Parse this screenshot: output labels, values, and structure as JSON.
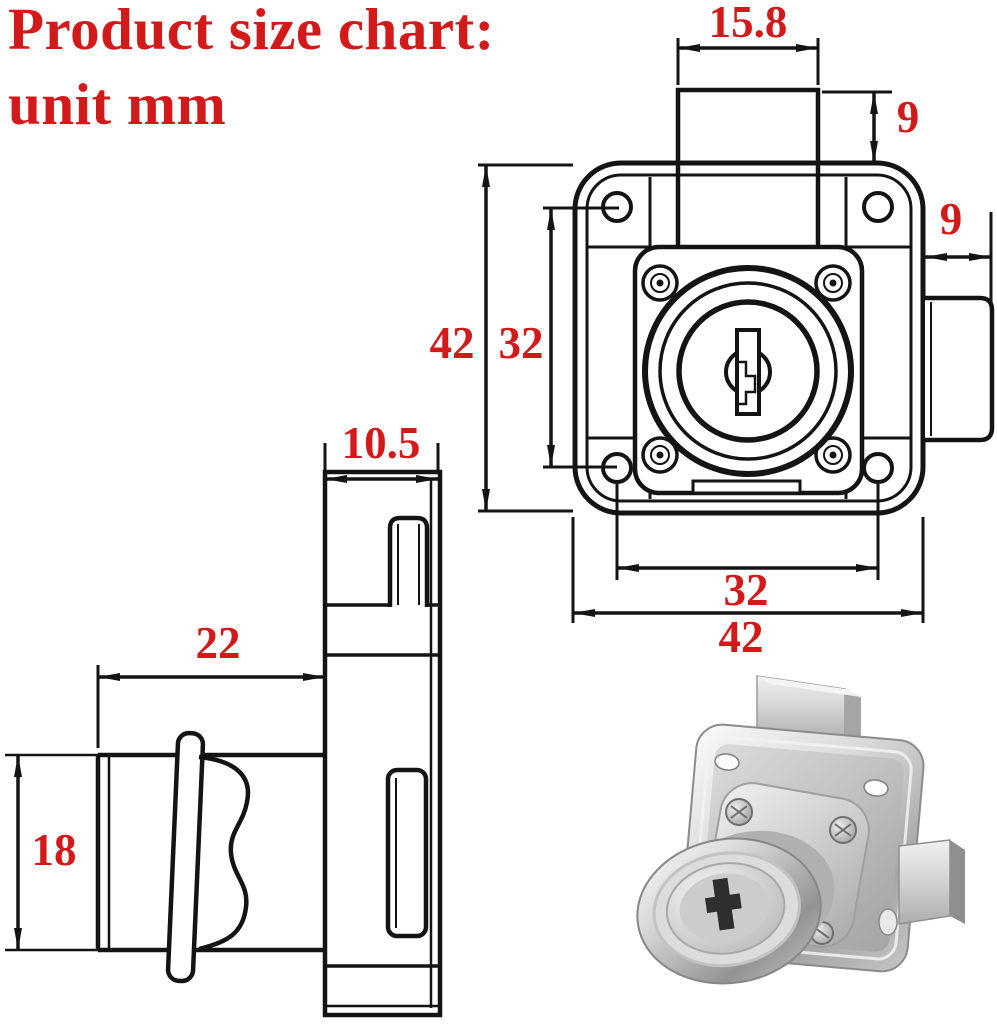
{
  "title": {
    "line1": "Product size chart:",
    "line2": "unit mm"
  },
  "colors": {
    "label_red": "#d31a1a",
    "line_black": "#141414",
    "background": "#ffffff"
  },
  "dimensions": {
    "front_view": {
      "latch_width": "15.8",
      "latch_height": "9",
      "side_latch_depth": "9",
      "body_height": "42",
      "screw_spacing_vertical": "32",
      "screw_spacing_horizontal": "32",
      "body_width": "42"
    },
    "side_view": {
      "body_thickness": "10.5",
      "cylinder_length": "22",
      "cylinder_diameter": "18"
    }
  }
}
